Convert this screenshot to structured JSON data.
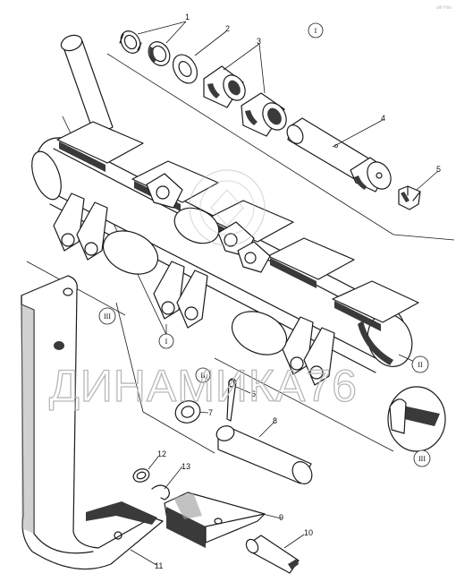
{
  "watermark": "ДИНАМИКА76",
  "corner_text": "аФ Нпо",
  "views": {
    "i": "I",
    "ii": "II",
    "iii": "III"
  },
  "callouts": {
    "c1": "1",
    "c2": "2",
    "c3": "3",
    "c4": "4",
    "c5": "5",
    "c6": "6",
    "c7": "7",
    "c8": "8",
    "c9": "9",
    "c10": "10",
    "c11": "11",
    "c12": "12",
    "c13": "13"
  }
}
